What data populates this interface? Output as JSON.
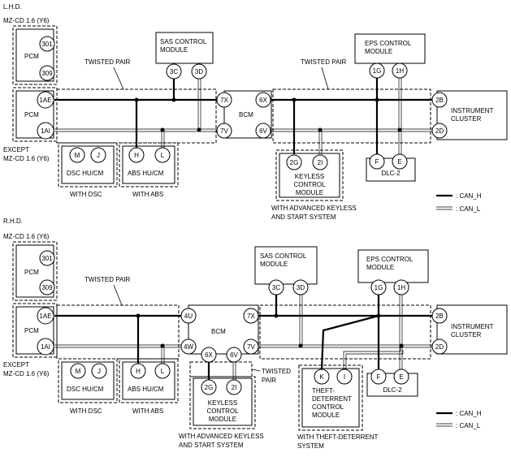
{
  "sections": {
    "lhd": "L.H.D.",
    "rhd": "R.H.D."
  },
  "common": {
    "pcm_variant": "MZ-CD 1.6 (Y6)",
    "except_line1": "EXCEPT",
    "except_line2": "MZ-CD 1.6 (Y6)",
    "pcm": "PCM",
    "twisted_pair": "TWISTED PAIR",
    "twisted": "TWISTED",
    "pair": "PAIR",
    "sas_line1": "SAS CONTROL",
    "sas_line2": "MODULE",
    "eps_line1": "EPS CONTROL",
    "eps_line2": "MODULE",
    "bcm": "BCM",
    "instrument_line1": "INSTRUMENT",
    "instrument_line2": "CLUSTER",
    "dsc": "DSC HU/CM",
    "abs": "ABS HU/CM",
    "with_dsc": "WITH DSC",
    "with_abs": "WITH ABS",
    "keyless_line1": "KEYLESS",
    "keyless_line2": "CONTROL",
    "keyless_line3": "MODULE",
    "with_keyless_line1": "WITH ADVANCED KEYLESS",
    "with_keyless_line2": "AND START SYSTEM",
    "dlc": "DLC-2",
    "theft_line1": "THEFT-",
    "theft_line2": "DETERRENT",
    "theft_line3": "CONTROL",
    "theft_line4": "MODULE",
    "with_theft_line1": "WITH THEFT-DETERRENT",
    "with_theft_line2": "SYSTEM"
  },
  "pins": {
    "p301": "301",
    "p309": "309",
    "p1AE": "1AE",
    "p1AI": "1AI",
    "M": "M",
    "J": "J",
    "H": "H",
    "L": "L",
    "p3C": "3C",
    "p3D": "3D",
    "p7X": "7X",
    "p7V": "7V",
    "p6X": "6X",
    "p6V": "6V",
    "p4U": "4U",
    "p4W": "4W",
    "p2G": "2G",
    "p2I": "2I",
    "p1G": "1G",
    "p1H": "1H",
    "F": "F",
    "E": "E",
    "p2B": "2B",
    "p2D": "2D",
    "K": "K",
    "I": "I"
  },
  "legend": {
    "can_h": ": CAN_H",
    "can_l": ": CAN_L"
  }
}
